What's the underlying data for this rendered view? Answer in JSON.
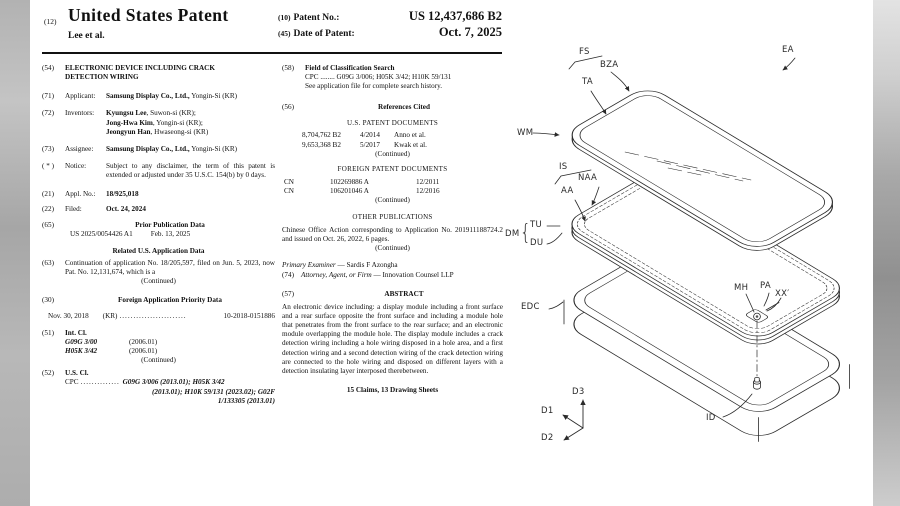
{
  "header": {
    "kind_code": "(12)",
    "title": "United States Patent",
    "byline": "Lee et al.",
    "patent_no_code": "(10)",
    "patent_no_label": "Patent No.:",
    "patent_no_value": "US 12,437,686 B2",
    "date_code": "(45)",
    "date_label": "Date of Patent:",
    "date_value": "Oct. 7, 2025"
  },
  "left": {
    "title": {
      "code": "(54)",
      "text": "ELECTRONIC DEVICE INCLUDING CRACK DETECTION WIRING"
    },
    "applicant": {
      "code": "(71)",
      "label": "Applicant:",
      "name": "Samsung Display Co., Ltd.,",
      "rest": " Yongin-Si (KR)"
    },
    "inventors": {
      "code": "(72)",
      "label": "Inventors:",
      "list": [
        {
          "name": "Kyungsu Lee",
          "rest": ", Suwon-si (KR);"
        },
        {
          "name": "Jong-Hwa Kim",
          "rest": ", Yongin-si (KR);"
        },
        {
          "name": "Jeongyun Han",
          "rest": ", Hwaseong-si (KR)"
        }
      ]
    },
    "assignee": {
      "code": "(73)",
      "label": "Assignee:",
      "name": "Samsung Display Co., Ltd.,",
      "rest": " Yongin-Si (KR)"
    },
    "notice": {
      "code": "( * )",
      "label": "Notice:",
      "text": "Subject to any disclaimer, the term of this patent is extended or adjusted under 35 U.S.C. 154(b) by 0 days."
    },
    "appl_no": {
      "code": "(21)",
      "label": "Appl. No.:",
      "value": "18/925,018"
    },
    "filed": {
      "code": "(22)",
      "label": "Filed:",
      "value": "Oct. 24, 2024"
    },
    "prior_pub": {
      "code": "(65)",
      "heading": "Prior Publication Data",
      "pub_no": "US 2025/0054426 A1",
      "pub_date": "Feb. 13, 2025"
    },
    "related_heading": "Related U.S. Application Data",
    "related": {
      "code": "(63)",
      "text": "Continuation of application No. 18/205,597, filed on Jun. 5, 2023, now Pat. No. 12,131,674, which is a",
      "continued": "(Continued)"
    },
    "priority": {
      "code": "(30)",
      "heading": "Foreign Application Priority Data",
      "date": "Nov. 30, 2018",
      "country": "(KR)",
      "dots": "........................",
      "number": "10-2018-0151886"
    },
    "int_cl": {
      "code": "(51)",
      "heading": "Int. Cl.",
      "rows": [
        {
          "cls": "G09G 3/00",
          "ver": "(2006.01)"
        },
        {
          "cls": "H05K 3/42",
          "ver": "(2006.01)"
        }
      ],
      "continued": "(Continued)"
    },
    "us_cl": {
      "code": "(52)",
      "heading": "U.S. Cl.",
      "cpc_label": "CPC",
      "dots": "..............",
      "line1": "G09G 3/006 (2013.01); H05K 3/42",
      "line2": "(2013.01); H10K 59/131 (2023.02); G02F",
      "line3": "1/133305 (2013.01)"
    }
  },
  "right": {
    "field": {
      "code": "(58)",
      "heading": "Field of Classification Search",
      "cpc": "CPC ........ G09G 3/006; H05K 3/42; H10K 59/131",
      "note": "See application file for complete search history."
    },
    "refs": {
      "code": "(56)",
      "heading": "References Cited",
      "us_heading": "U.S. PATENT DOCUMENTS",
      "us_rows": [
        {
          "no": "8,704,762 B2",
          "date": "4/2014",
          "name": "Anno et al."
        },
        {
          "no": "9,653,368 B2",
          "date": "5/2017",
          "name": "Kwak et al."
        }
      ],
      "us_continued": "(Continued)",
      "foreign_heading": "FOREIGN PATENT DOCUMENTS",
      "foreign_rows": [
        {
          "cc": "CN",
          "no": "102269886 A",
          "date": "12/2011"
        },
        {
          "cc": "CN",
          "no": "106201046 A",
          "date": "12/2016"
        }
      ],
      "foreign_continued": "(Continued)",
      "other_heading": "OTHER PUBLICATIONS",
      "other_text": "Chinese Office Action corresponding to Application No. 201911188724.2 and issued on Oct. 26, 2022, 6 pages.",
      "other_continued": "(Continued)"
    },
    "examiner": {
      "label": "Primary Examiner",
      "rest": " — Sardis F Azongha"
    },
    "attorney": {
      "code": "(74)",
      "label": "Attorney, Agent, or Firm",
      "rest": " — Innovation Counsel LLP"
    },
    "abstract": {
      "code": "(57)",
      "heading": "ABSTRACT",
      "text": "An electronic device including: a display module including a front surface and a rear surface opposite the front surface and including a module hole that penetrates from the front surface to the rear surface; and an electronic module overlapping the module hole. The display module includes a crack detection wiring including a hole wiring disposed in a hole area, and a first detection wiring and a second detection wiring of the crack detection wiring are connected to the hole wiring and disposed on different layers with a detection insulating layer interposed therebetween."
    },
    "claims_line": "15 Claims, 13 Drawing Sheets"
  },
  "drawing": {
    "labels": {
      "ea": "EA",
      "fs": "FS",
      "bza": "BZA",
      "ta": "TA",
      "wm": "WM",
      "is": "IS",
      "naa": "NAA",
      "aa": "AA",
      "dm": "DM",
      "brace": "{",
      "tu": "TU",
      "du": "DU",
      "edc": "EDC",
      "mh": "MH",
      "pa": "PA",
      "xx": "XX′",
      "id": "ID",
      "d1": "D1",
      "d2": "D2",
      "d3": "D3"
    }
  }
}
